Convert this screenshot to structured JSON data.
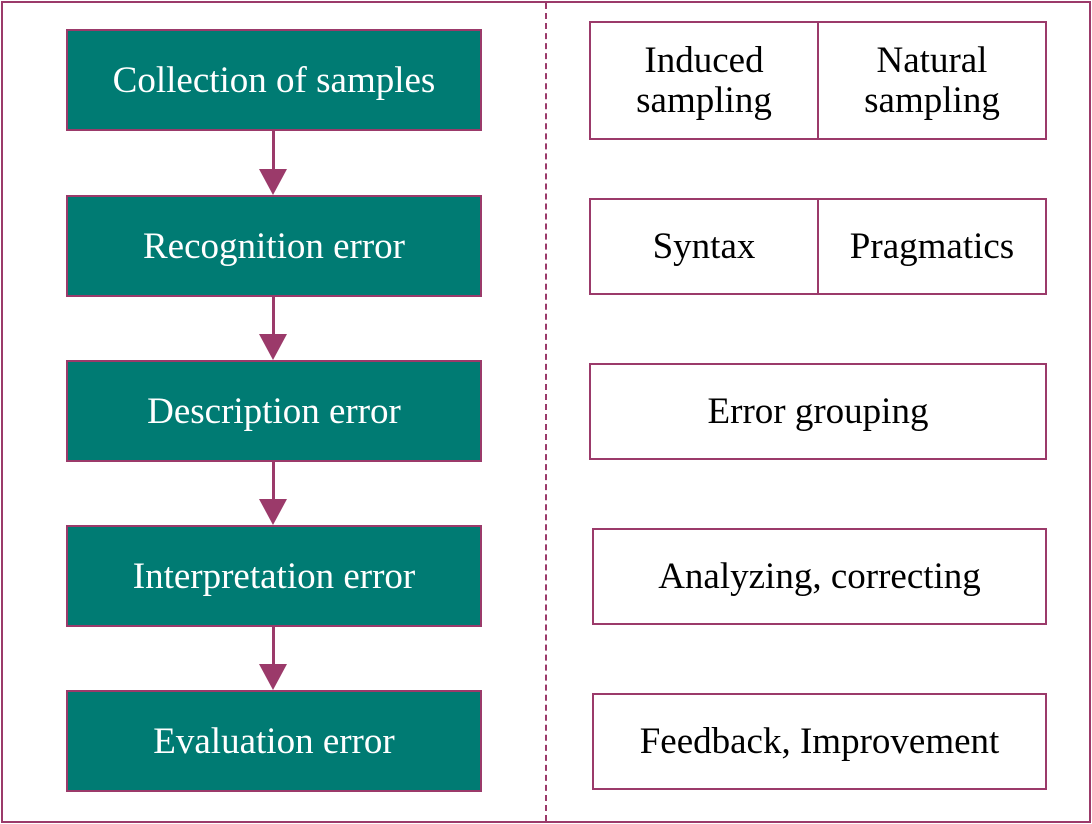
{
  "colors": {
    "accent": "#9b3a6a",
    "step_fill": "#007b73",
    "step_text": "#ffffff",
    "detail_text": "#000000"
  },
  "steps": [
    {
      "label": "Collection of samples"
    },
    {
      "label": "Recognition error"
    },
    {
      "label": "Description error"
    },
    {
      "label": "Interpretation error"
    },
    {
      "label": "Evaluation error"
    }
  ],
  "details": [
    {
      "cells": [
        "Induced\nsampling",
        "Natural\nsampling"
      ]
    },
    {
      "cells": [
        "Syntax",
        "Pragmatics"
      ]
    },
    {
      "cells": [
        "Error grouping"
      ]
    },
    {
      "cells": [
        "Analyzing, correcting"
      ]
    },
    {
      "cells": [
        "Feedback, Improvement"
      ]
    }
  ]
}
